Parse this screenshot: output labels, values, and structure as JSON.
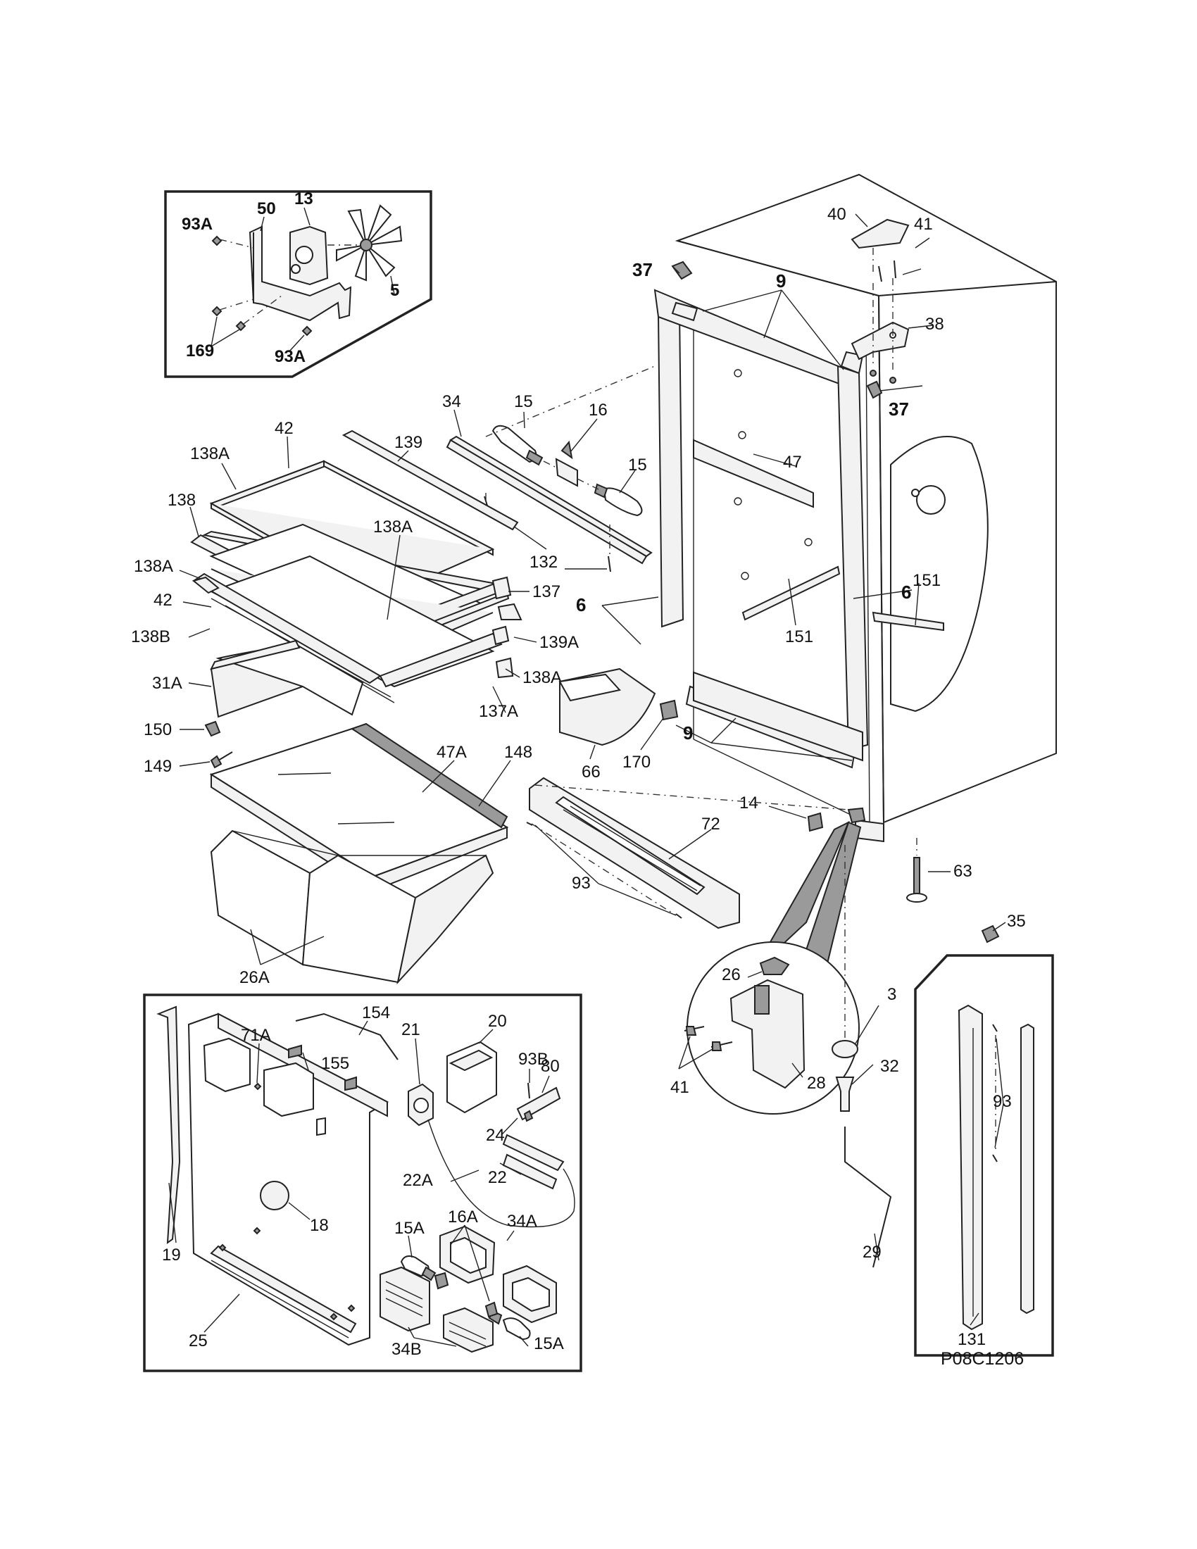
{
  "diagram_code": "P08C1206",
  "callouts": {
    "c50": "50",
    "c13": "13",
    "c93a_1": "93A",
    "c5": "5",
    "c169": "169",
    "c93a_2": "93A",
    "c40": "40",
    "c41_top": "41",
    "c37_left": "37",
    "c9_top": "9",
    "c38": "38",
    "c37_right": "37",
    "c34": "34",
    "c15_left": "15",
    "c16": "16",
    "c15_right": "15",
    "c47": "47",
    "c138a_1": "138A",
    "c42_1": "42",
    "c139": "139",
    "c138": "138",
    "c138a_2": "138A",
    "c42_2": "42",
    "c138a_3": "138A",
    "c137": "137",
    "c132": "132",
    "c6_left": "6",
    "c6_right": "6",
    "c151_top": "151",
    "c151_bottom": "151",
    "c139a": "139A",
    "c138b": "138B",
    "c138a_4": "138A",
    "c31a": "31A",
    "c137a": "137A",
    "c150": "150",
    "c149": "149",
    "c47a": "47A",
    "c148": "148",
    "c66": "66",
    "c170": "170",
    "c9_bottom": "9",
    "c14": "14",
    "c72": "72",
    "c63": "63",
    "c93_mid": "93",
    "c26a": "26A",
    "c35": "35",
    "c26": "26",
    "c3": "3",
    "c41_hinge": "41",
    "c32": "32",
    "c28": "28",
    "c29": "29",
    "c93_right": "93",
    "c131": "131",
    "c71a": "71A",
    "c154": "154",
    "c21": "21",
    "c20": "20",
    "c155": "155",
    "c93b": "93B",
    "c80": "80",
    "c24": "24",
    "c22a": "22A",
    "c22": "22",
    "c19": "19",
    "c18": "18",
    "c15a_top": "15A",
    "c16a": "16A",
    "c34a": "34A",
    "c25": "25",
    "c34b": "34B",
    "c15a_bottom": "15A"
  }
}
